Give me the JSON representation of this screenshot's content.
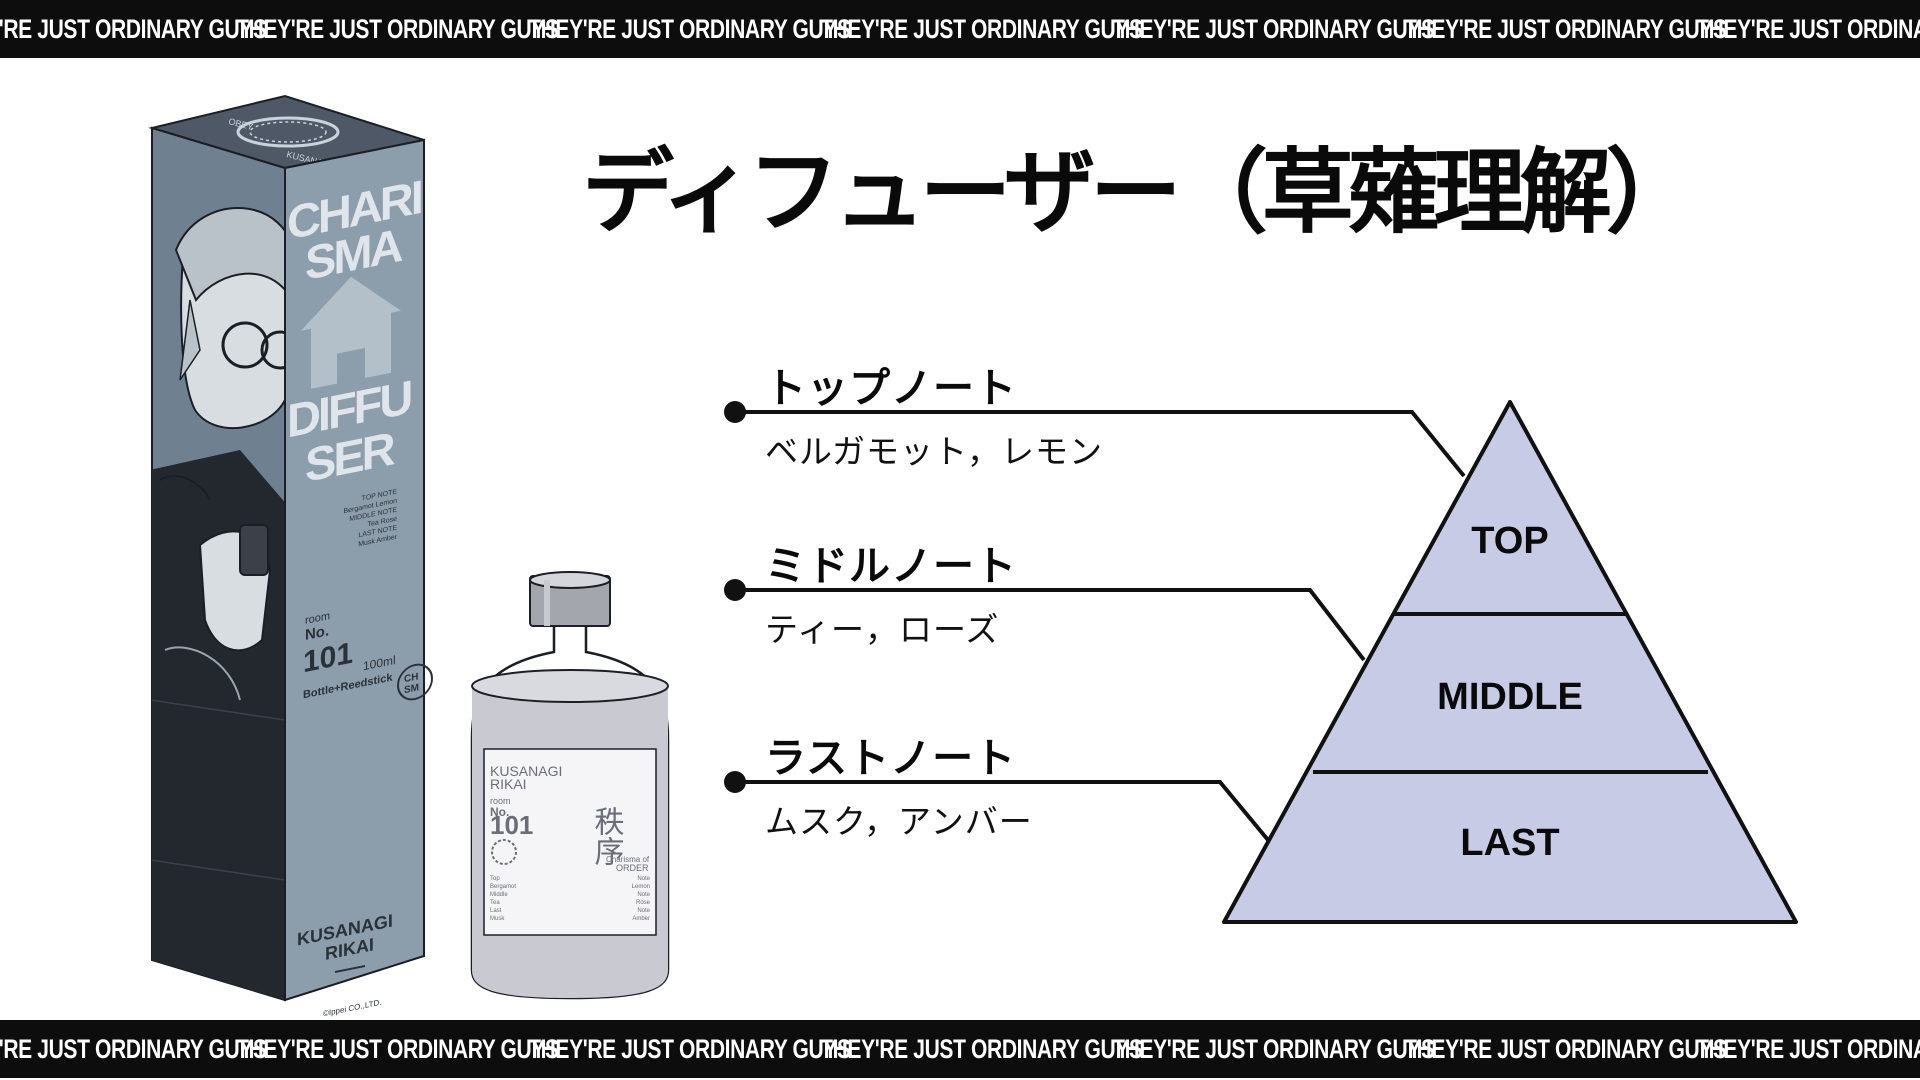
{
  "ticker": {
    "text": "THEY'RE JUST ORDINARY GUYS",
    "repeat": 8
  },
  "page": {
    "title": "ディフューザー（草薙理解）"
  },
  "box": {
    "brand_line_1": "CHARI",
    "brand_line_2": "SMA",
    "product_line_1": "DIFFU",
    "product_line_2": "SER",
    "notes_lines": [
      "TOP NOTE",
      "Bergamot Lemon",
      "MIDDLE NOTE",
      "Tea Rose",
      "LAST NOTE",
      "Musk Amber"
    ],
    "room_label": "room",
    "no_label": "No.",
    "room_number": "101",
    "volume": "100ml",
    "contents": "Bottle+Reedstick",
    "badge_1": "CH",
    "badge_2": "SM",
    "name_line_1": "KUSANAGI",
    "name_line_2": "RIKAI",
    "copyright": "©Ippei CO.,LTD.",
    "top_text": "OBEY",
    "top_name": "KUSANAGI RIKAI"
  },
  "bottle": {
    "label_name_1": "KUSANAGI",
    "label_name_2": "RIKAI",
    "room_label": "room",
    "no_label": "No.",
    "room_number": "101",
    "kanji": "秩序",
    "charisma_line_1": "Charisma of",
    "charisma_line_2": "ORDER",
    "left_list": [
      "Top",
      "Bergamot",
      "Middle",
      "Tea",
      "Last",
      "Musk"
    ],
    "right_list": [
      "Note",
      "Lemon",
      "Note",
      "Rose",
      "Note",
      "Amber"
    ]
  },
  "notes": [
    {
      "title": "トップノート",
      "desc": "ベルガモット，レモン"
    },
    {
      "title": "ミドルノート",
      "desc": "ティー，ローズ"
    },
    {
      "title": "ラストノート",
      "desc": "ムスク，アンバー"
    }
  ],
  "pyramid": {
    "top": "TOP",
    "middle": "MIDDLE",
    "last": "LAST"
  },
  "colors": {
    "ticker_bg": "#0d0d0d",
    "ticker_text": "#ffffff",
    "box_front": "#8c9eab",
    "box_side": "#6f8190",
    "box_top": "#4e5866",
    "box_ink": "#2b313a",
    "pyramid_fill": "#c8cbe6",
    "liquid": "#c9c9d2",
    "line": "#111111"
  }
}
